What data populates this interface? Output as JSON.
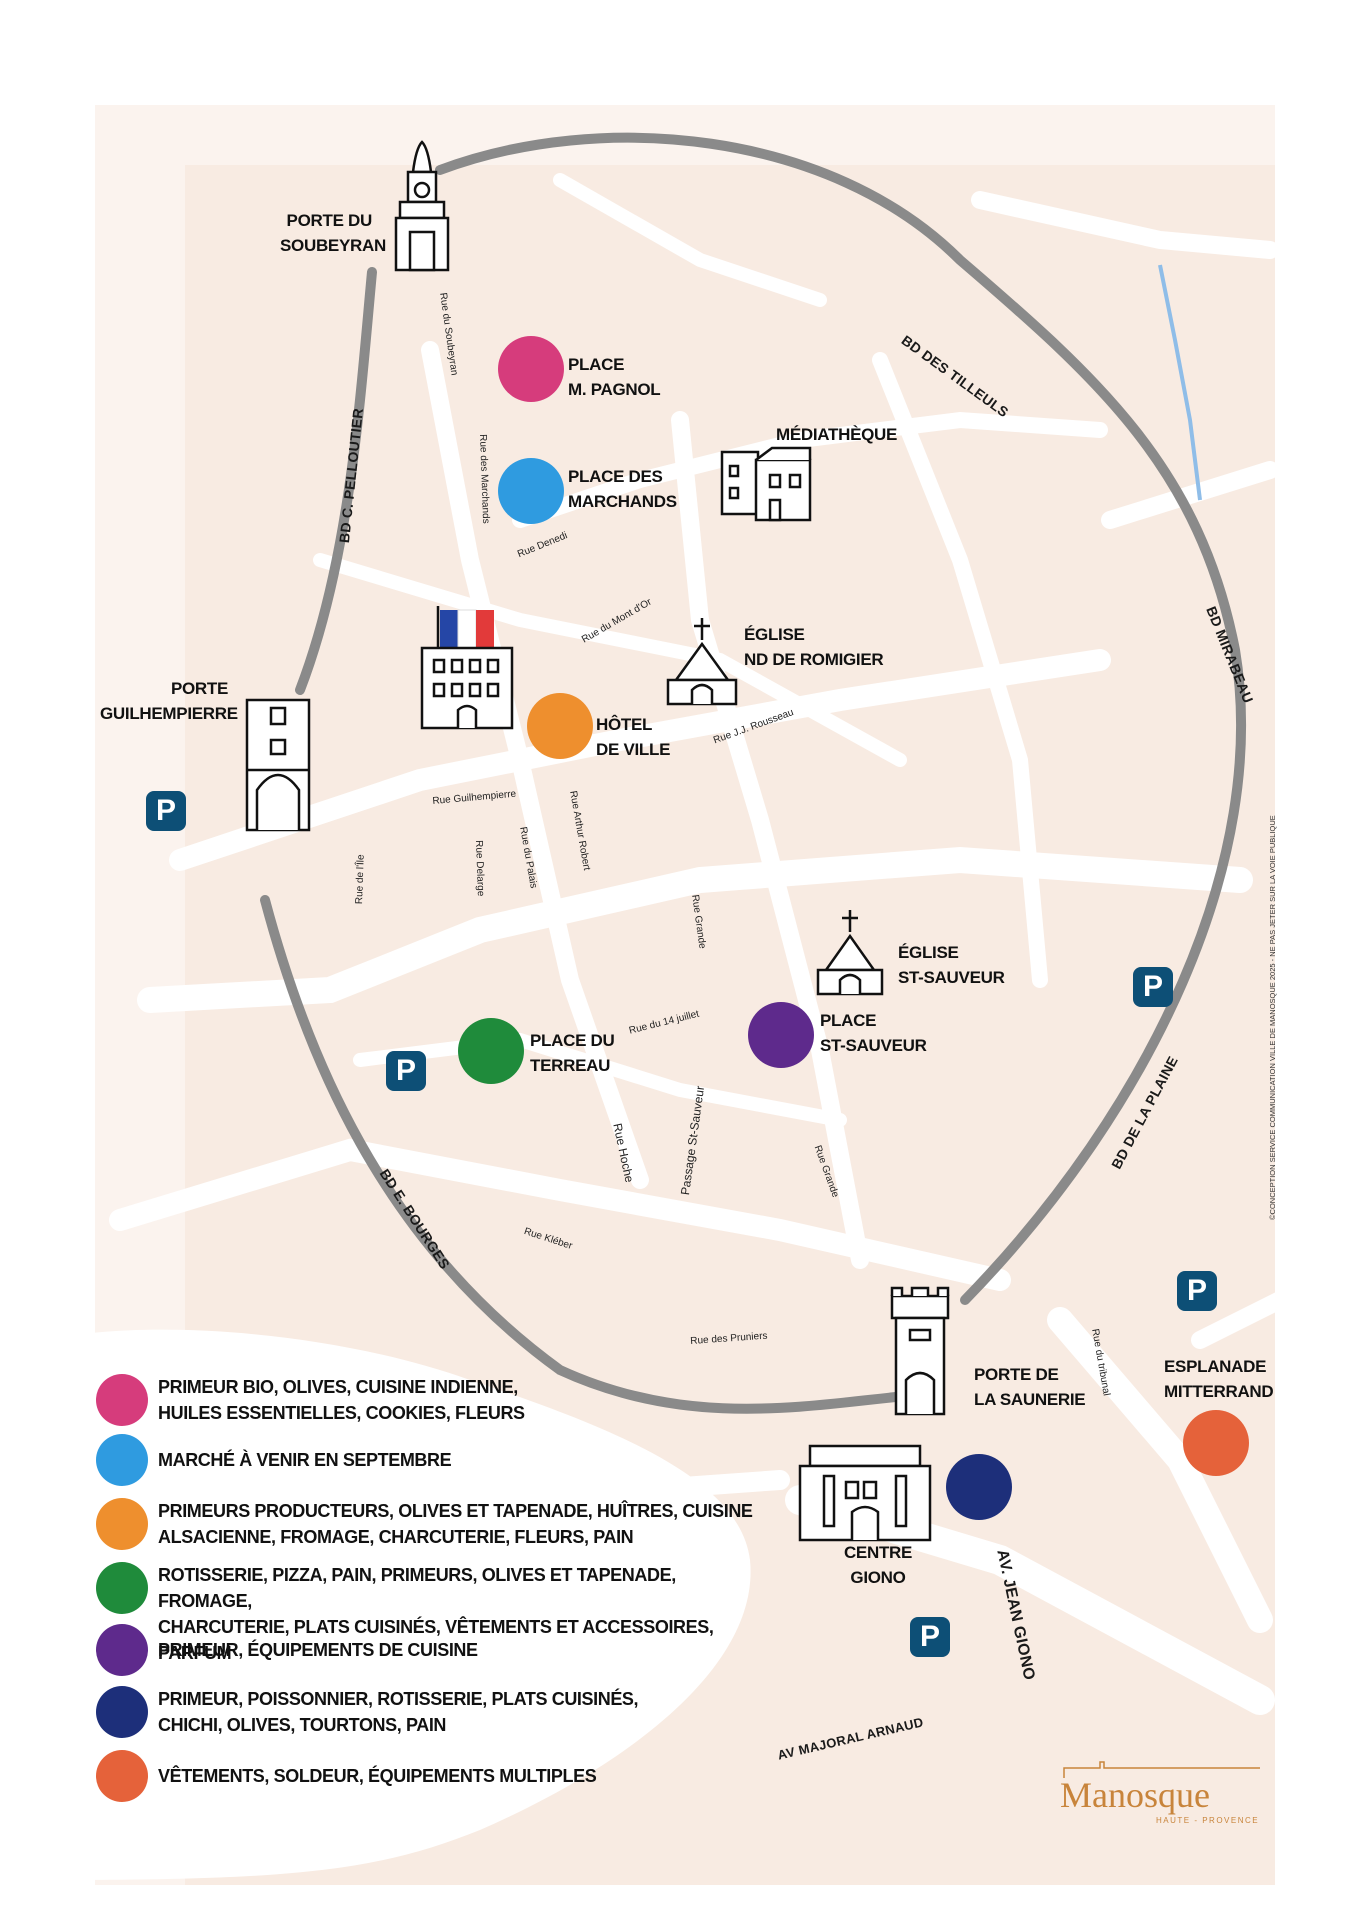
{
  "map": {
    "landmarks": {
      "porte_soubeyran": [
        "PORTE DU",
        "SOUBEYRAN"
      ],
      "porte_guilhempierre": [
        "PORTE",
        "GUILHEMPIERRE"
      ],
      "mediatheque": [
        "MÉDIATHÈQUE"
      ],
      "eglise_romigier": [
        "ÉGLISE",
        "ND DE ROMIGIER"
      ],
      "hotel_de_ville": [
        "HÔTEL",
        "DE VILLE"
      ],
      "eglise_st_sauveur": [
        "ÉGLISE",
        "ST-SAUVEUR"
      ],
      "porte_saunerie": [
        "PORTE DE",
        "LA SAUNERIE"
      ],
      "esplanade": [
        "ESPLANADE",
        "MITTERRAND"
      ],
      "centre_giono": [
        "CENTRE",
        "GIONO"
      ]
    },
    "places": {
      "pagnol": [
        "PLACE",
        "M. PAGNOL"
      ],
      "marchands": [
        "PLACE DES",
        "MARCHANDS"
      ],
      "terreau": [
        "PLACE DU",
        "TERREAU"
      ],
      "st_sauveur": [
        "PLACE",
        "ST-SAUVEUR"
      ]
    },
    "boulevards": {
      "tilleuls": "BD DES TILLEULS",
      "pelloutier": "BD C. PELLOUTIER",
      "mirabeau": "BD MIRABEAU",
      "plaine": "BD DE LA PLAINE",
      "bourges": "BD E. BOURGES",
      "jean_giono": "AV. JEAN GIONO",
      "majoral": "AV MAJORAL ARNAUD"
    },
    "streets": {
      "soubeyran": "Rue du Soubeyran",
      "marchands": "Rue des Marchands",
      "denedi": "Rue Denedi",
      "mont_dor": "Rue du Mont d'Or",
      "rousseau": "Rue J.J. Rousseau",
      "guilhempierre": "Rue Guilhempierre",
      "arthur_robert": "Rue Arthur Robert",
      "palais": "Rue du Palais",
      "delarge": "Rue Delarge",
      "ile": "Rue de l'Île",
      "grande_1": "Rue Grande",
      "quatorze_juillet": "Rue du 14 juillet",
      "passage_st_sauveur": "Passage St-Sauveur",
      "hoche": "Rue Hoche",
      "grande_2": "Rue Grande",
      "kleber": "Rue Kléber",
      "pruniers": "Rue des Pruniers",
      "tribunal": "Rue du tribunal"
    },
    "parking_label": "P",
    "side_credit": "©CONCEPTION SERVICE COMMUNICATION VILLE DE MANOSQUE 2025 - NE PAS JETER SUR LA VOIE PUBLIQUE"
  },
  "legend": [
    {
      "color": "#d63c7c",
      "lines": [
        "PRIMEUR BIO, OLIVES, CUISINE INDIENNE,",
        "HUILES ESSENTIELLES, COOKIES, FLEURS"
      ]
    },
    {
      "color": "#2f9be0",
      "lines": [
        "MARCHÉ À VENIR EN SEPTEMBRE"
      ]
    },
    {
      "color": "#ee8f2e",
      "lines": [
        "PRIMEURS PRODUCTEURS, OLIVES ET TAPENADE, HUÎTRES, CUISINE",
        "ALSACIENNE, FROMAGE, CHARCUTERIE, FLEURS, PAIN"
      ]
    },
    {
      "color": "#1f8b3b",
      "lines": [
        "ROTISSERIE, PIZZA, PAIN, PRIMEURS, OLIVES ET TAPENADE, FROMAGE,",
        "CHARCUTERIE, PLATS CUISINÉS, VÊTEMENTS ET ACCESSOIRES, PARFUM"
      ]
    },
    {
      "color": "#5e2a8c",
      "lines": [
        "PRIMEUR, ÉQUIPEMENTS DE CUISINE"
      ]
    },
    {
      "color": "#1d2f7a",
      "lines": [
        "PRIMEUR, POISSONNIER, ROTISSERIE, PLATS CUISINÉS,",
        "CHICHI, OLIVES, TOURTONS, PAIN"
      ]
    },
    {
      "color": "#e5623a",
      "lines": [
        "VÊTEMENTS, SOLDEUR, ÉQUIPEMENTS MULTIPLES"
      ]
    }
  ],
  "markers": {
    "pagnol": "#d63c7c",
    "marchands": "#2f9be0",
    "hotel_de_ville": "#ee8f2e",
    "terreau": "#1f8b3b",
    "st_sauveur": "#5e2a8c",
    "centre_giono": "#1d2f7a",
    "esplanade": "#e5623a"
  },
  "logo": {
    "name": "Manosque",
    "sub": "HAUTE - PROVENCE"
  }
}
